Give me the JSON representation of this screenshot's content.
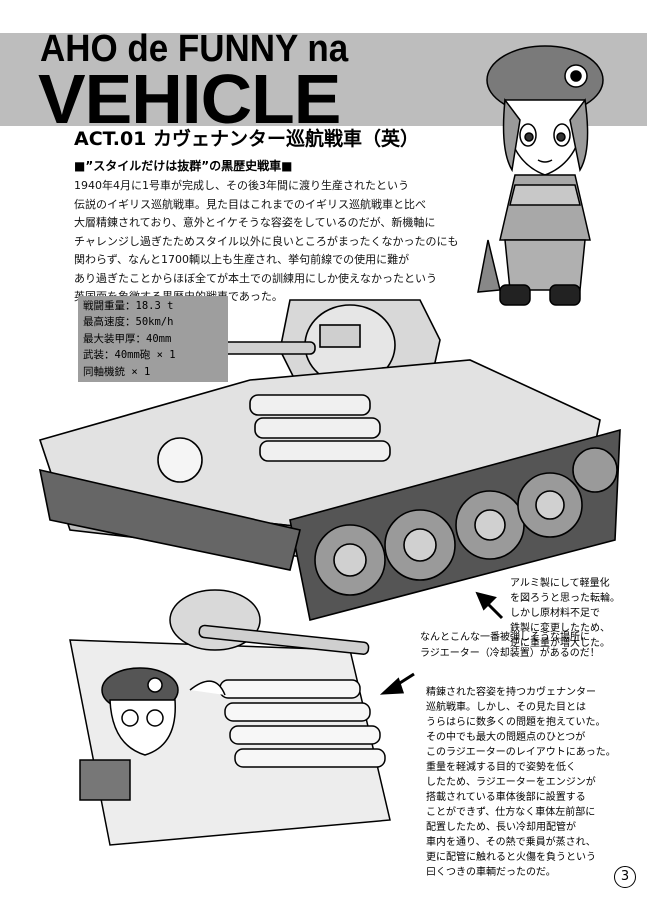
{
  "header": {
    "title_line1": "AHO de FUNNY na",
    "title_line2": "VEHICLE"
  },
  "act_title": "ACT.01 カヴェナンター巡航戦車（英）",
  "subheading": "■”スタイルだけは抜群”の黒歴史戦車■",
  "intro_lines": [
    "1940年4月に1号車が完成し、その後3年間に渡り生産されたという",
    "伝説のイギリス巡航戦車。見た目はこれまでのイギリス巡航戦車と比べ",
    "大層精錬されており、意外とイケそうな容姿をしているのだが、新機軸に",
    "チャレンジし過ぎたためスタイル以外に良いところがまったくなかったのにも",
    "関わらず、なんと1700輌以上も生産され、挙句前線での使用に難が",
    "あり過ぎたことからほぼ全てが本土での訓練用にしか使えなかったという",
    "英国面を象徴する黒歴史的戦車であった。"
  ],
  "specs": [
    "戦闘重量：18.3 t",
    "最高速度：50km/h",
    "最大装甲厚：40mm",
    "武装：40mm砲 × 1",
    "同軸機銃 × 1"
  ],
  "wheel_note_lines": [
    "アルミ製にして軽量化",
    "を図ろうと思った転輪。",
    "しかし原材料不足で",
    "鉄製に変更したため、",
    "逆に重量が増大した。"
  ],
  "radiator_note_lines": [
    "なんとこんな一番被弾しそうな場所に",
    "ラジエーター（冷却装置）があるのだ！"
  ],
  "body_note_lines": [
    "精錬された容姿を持つカヴェナンター",
    "巡航戦車。しかし、その見た目とは",
    "うらはらに数多くの問題を抱えていた。",
    "その中でも最大の問題点のひとつが",
    "このラジエーターのレイアウトにあった。",
    "重量を軽減する目的で姿勢を低く",
    "したため、ラジエーターをエンジンが",
    "搭載されている車体後部に設置する",
    "ことができず、仕方なく車体左前部に",
    "配置したため、長い冷却用配管が",
    "車内を通り、その熱で乗員が蒸され、",
    "更に配管に触れると火傷を負うという",
    "曰くつきの車輌だったのだ。"
  ],
  "page_number": "3",
  "colors": {
    "banner": "#bdbdbd",
    "spec_box": "#9e9e9e",
    "ink": "#111111"
  }
}
